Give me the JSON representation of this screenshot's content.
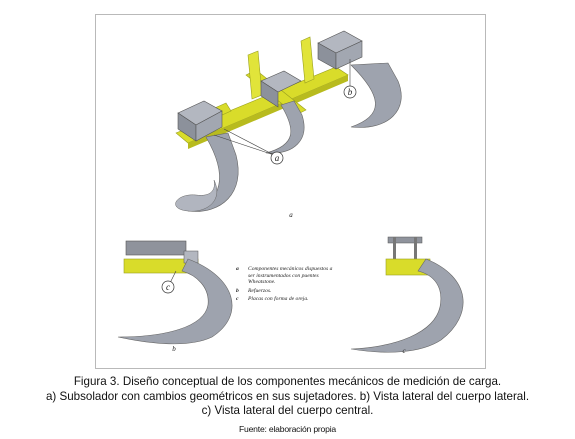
{
  "figure": {
    "panel_labels": {
      "a": "a",
      "b": "b",
      "c": "c"
    },
    "callouts": {
      "a": "a",
      "b": "b",
      "c": "c"
    },
    "legend": [
      {
        "key": "a",
        "text": "Componentes mecánicos dispuestos a ser instrumentados con puentes Wheatstone."
      },
      {
        "key": "b",
        "text": "Refuerzos."
      },
      {
        "key": "c",
        "text": "Placas con forma de oreja."
      }
    ]
  },
  "caption": {
    "line1": "Figura 3. Diseño conceptual de los componentes mecánicos de medición de carga.",
    "line2": "a) Subsolador con cambios geométricos en sus sujetadores. b) Vista lateral del cuerpo lateral.",
    "line3": "c) Vista lateral del cuerpo central."
  },
  "source": "Fuente: elaboración propia",
  "colors": {
    "yellow": "#d9dc2a",
    "metal": "#9ea3ae",
    "dark_metal": "#6d727c",
    "frame": "#b9b9b9"
  }
}
